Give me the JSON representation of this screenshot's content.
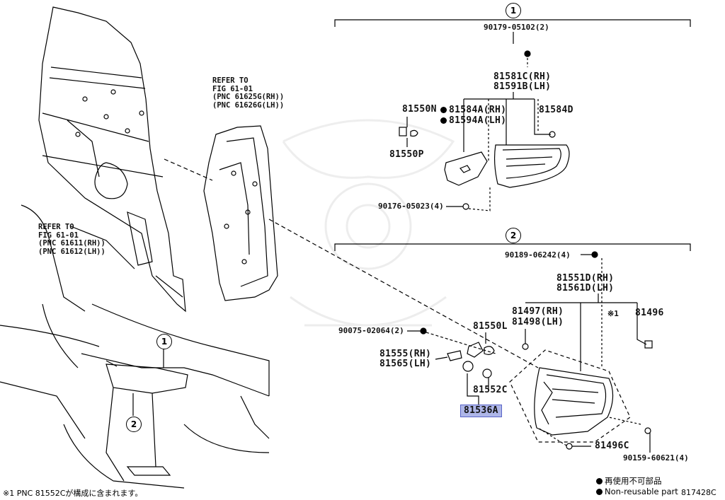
{
  "diagram": {
    "callouts": {
      "group1": "1",
      "group2": "2",
      "car1": "1",
      "car2": "2"
    },
    "refer_left": {
      "line1": "REFER TO",
      "line2": "FIG 61-01",
      "line3": "(PNC 61611(RH))",
      "line4": "(PNC 61612(LH))"
    },
    "refer_right": {
      "line1": "REFER TO",
      "line2": "FIG 61-01",
      "line3": "(PNC 61625G(RH))",
      "line4": "(PNC 61626G(LH))"
    },
    "parts": {
      "p90179": "90179-05102(2)",
      "p81581c": "81581C(RH)",
      "p81591b": "81591B(LH)",
      "p81550n": "81550N",
      "p81584a": "81584A(RH)",
      "p81594a": "81594A(LH)",
      "p81584d": "81584D",
      "p81550p": "81550P",
      "p90176": "90176-05023(4)",
      "p90189": "90189-06242(4)",
      "p81551d": "81551D(RH)",
      "p81561d": "81561D(LH)",
      "p81497": "81497(RH)",
      "p81498": "81498(LH)",
      "pnote1": "※1",
      "p81496": "81496",
      "p90075": "90075-02064(2)",
      "p81550l": "81550L",
      "p81555": "81555(RH)",
      "p81565": "81565(LH)",
      "p81552c": "81552C",
      "p81536a": "81536A",
      "p81496c": "81496C",
      "p90159": "90159-60621(4)"
    },
    "legend": {
      "jp": "再使用不可部品",
      "en": "Non-reusable part"
    },
    "footnote": "※1 PNC 81552Cが構成に含まれます。",
    "figure_number": "817428C"
  }
}
